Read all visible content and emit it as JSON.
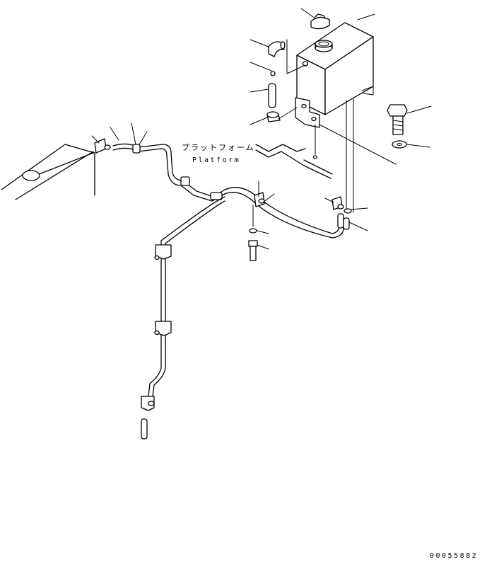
{
  "labels": {
    "platform_jp": "プラットフォーム",
    "platform_en": "Platform"
  },
  "figure_code": "00055882"
}
